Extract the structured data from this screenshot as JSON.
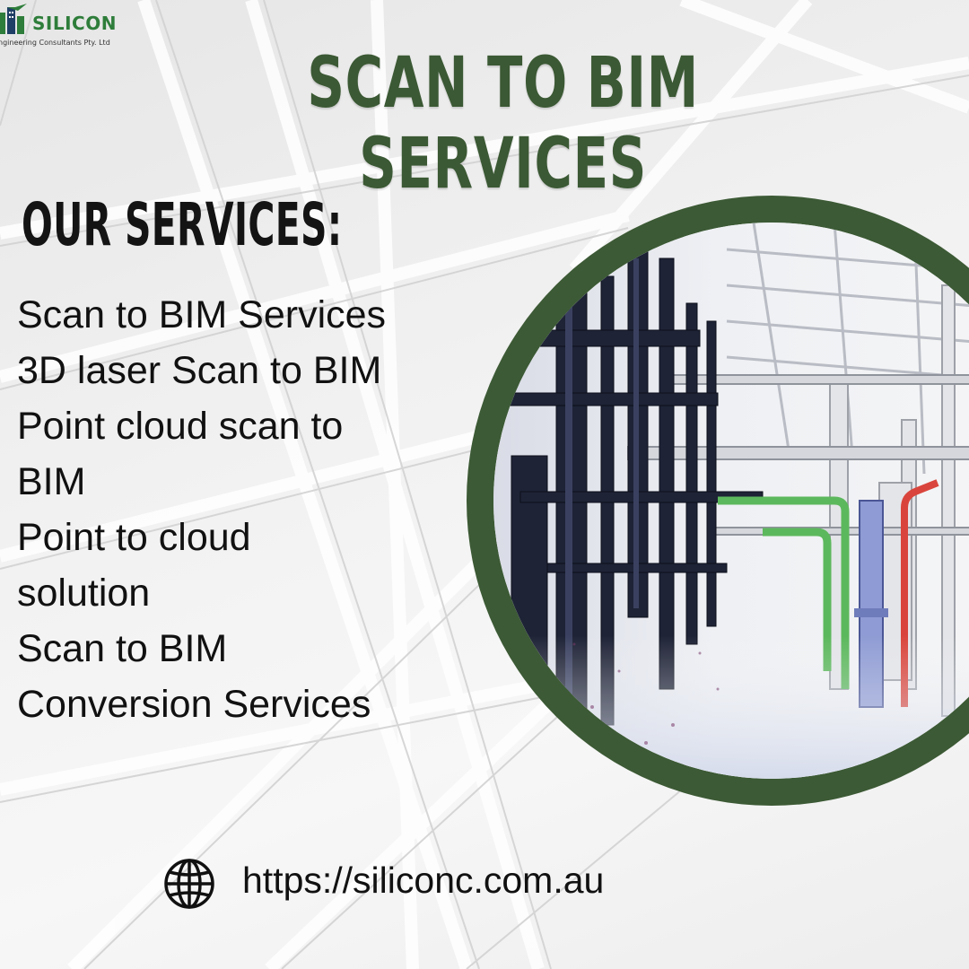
{
  "brand": {
    "name": "SILICON",
    "tagline": "ngineering Consultants Pty. Ltd",
    "logo_icon": "building-logo-icon",
    "brand_color": "#2e7d3a"
  },
  "title": "SCAN TO BIM SERVICES",
  "services_heading": "OUR SERVICES:",
  "services": [
    "Scan to BIM Services",
    "3D laser Scan to BIM",
    "Point cloud scan to",
    "BIM",
    "Point to cloud",
    "solution",
    "Scan to BIM",
    "Conversion Services"
  ],
  "footer": {
    "icon": "globe-icon",
    "url": "https://siliconc.com.au"
  },
  "colors": {
    "accent_green": "#3b5934",
    "text": "#111111",
    "background": "#f0f0f0"
  }
}
